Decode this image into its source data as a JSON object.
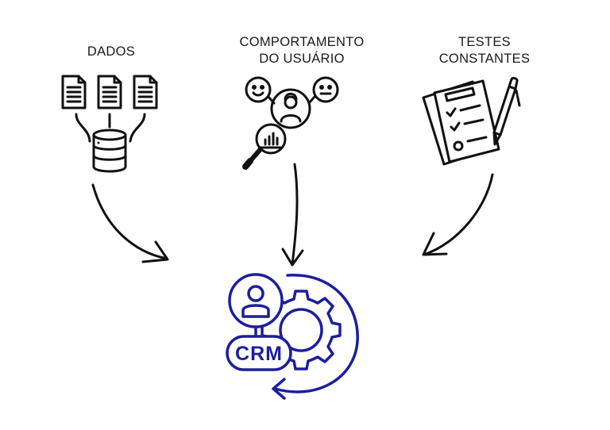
{
  "labels": {
    "dados": "DADOS",
    "comportamento_line1": "COMPORTAMENTO",
    "comportamento_line2": "DO USUÁRIO",
    "testes_line1": "TESTES",
    "testes_line2": "CONSTANTES"
  },
  "crm": {
    "text": "CRM"
  },
  "icons": {
    "dados": [
      "document-icon",
      "document-icon",
      "document-icon",
      "database-icon"
    ],
    "comportamento": [
      "smiley-face-icon",
      "user-icon",
      "neutral-face-icon",
      "magnifier-chart-icon"
    ],
    "testes": [
      "checklist-clipboard-icon",
      "pen-icon"
    ],
    "crm": [
      "user-icon",
      "gear-icon",
      "cycle-arrow-icon"
    ]
  },
  "colors": {
    "ink": "#111111",
    "crm_blue": "#1c1e9c",
    "background": "#ffffff"
  }
}
